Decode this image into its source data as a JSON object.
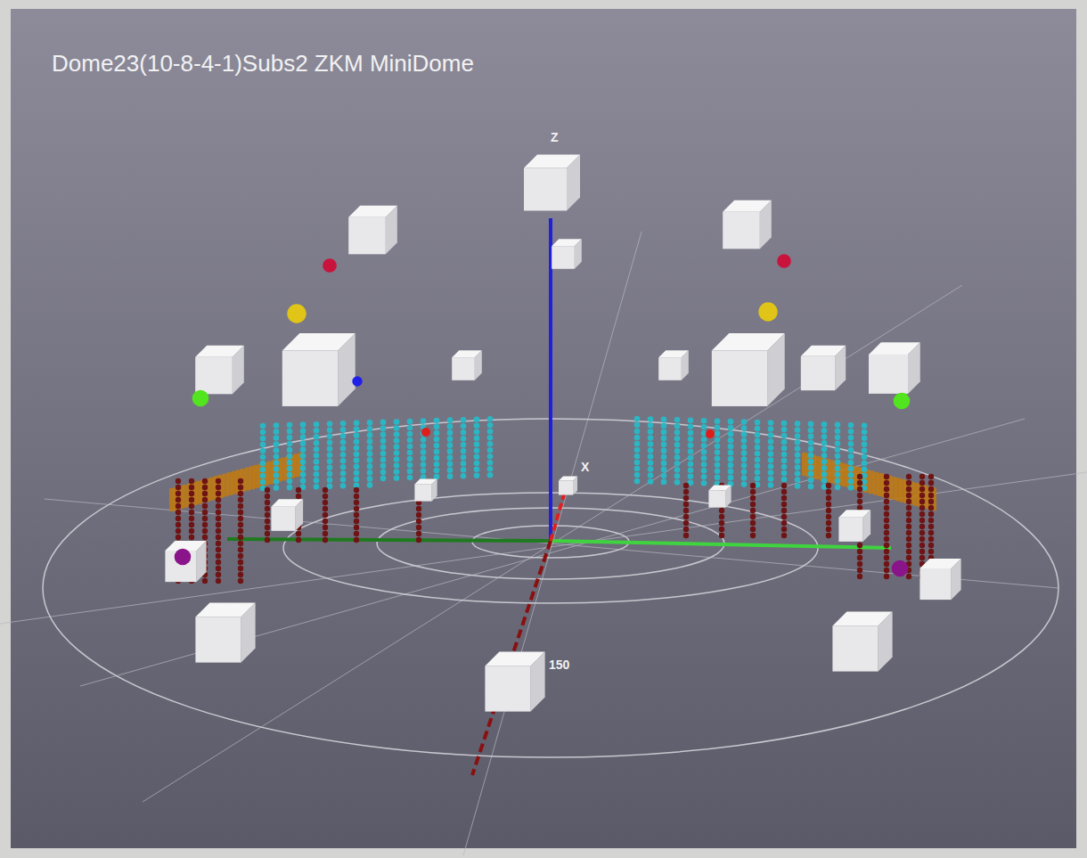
{
  "diagram": {
    "title": "Dome23(10-8-4-1)Subs2 ZKM MiniDome",
    "labels": [
      "Z",
      "X",
      "150"
    ]
  }
}
